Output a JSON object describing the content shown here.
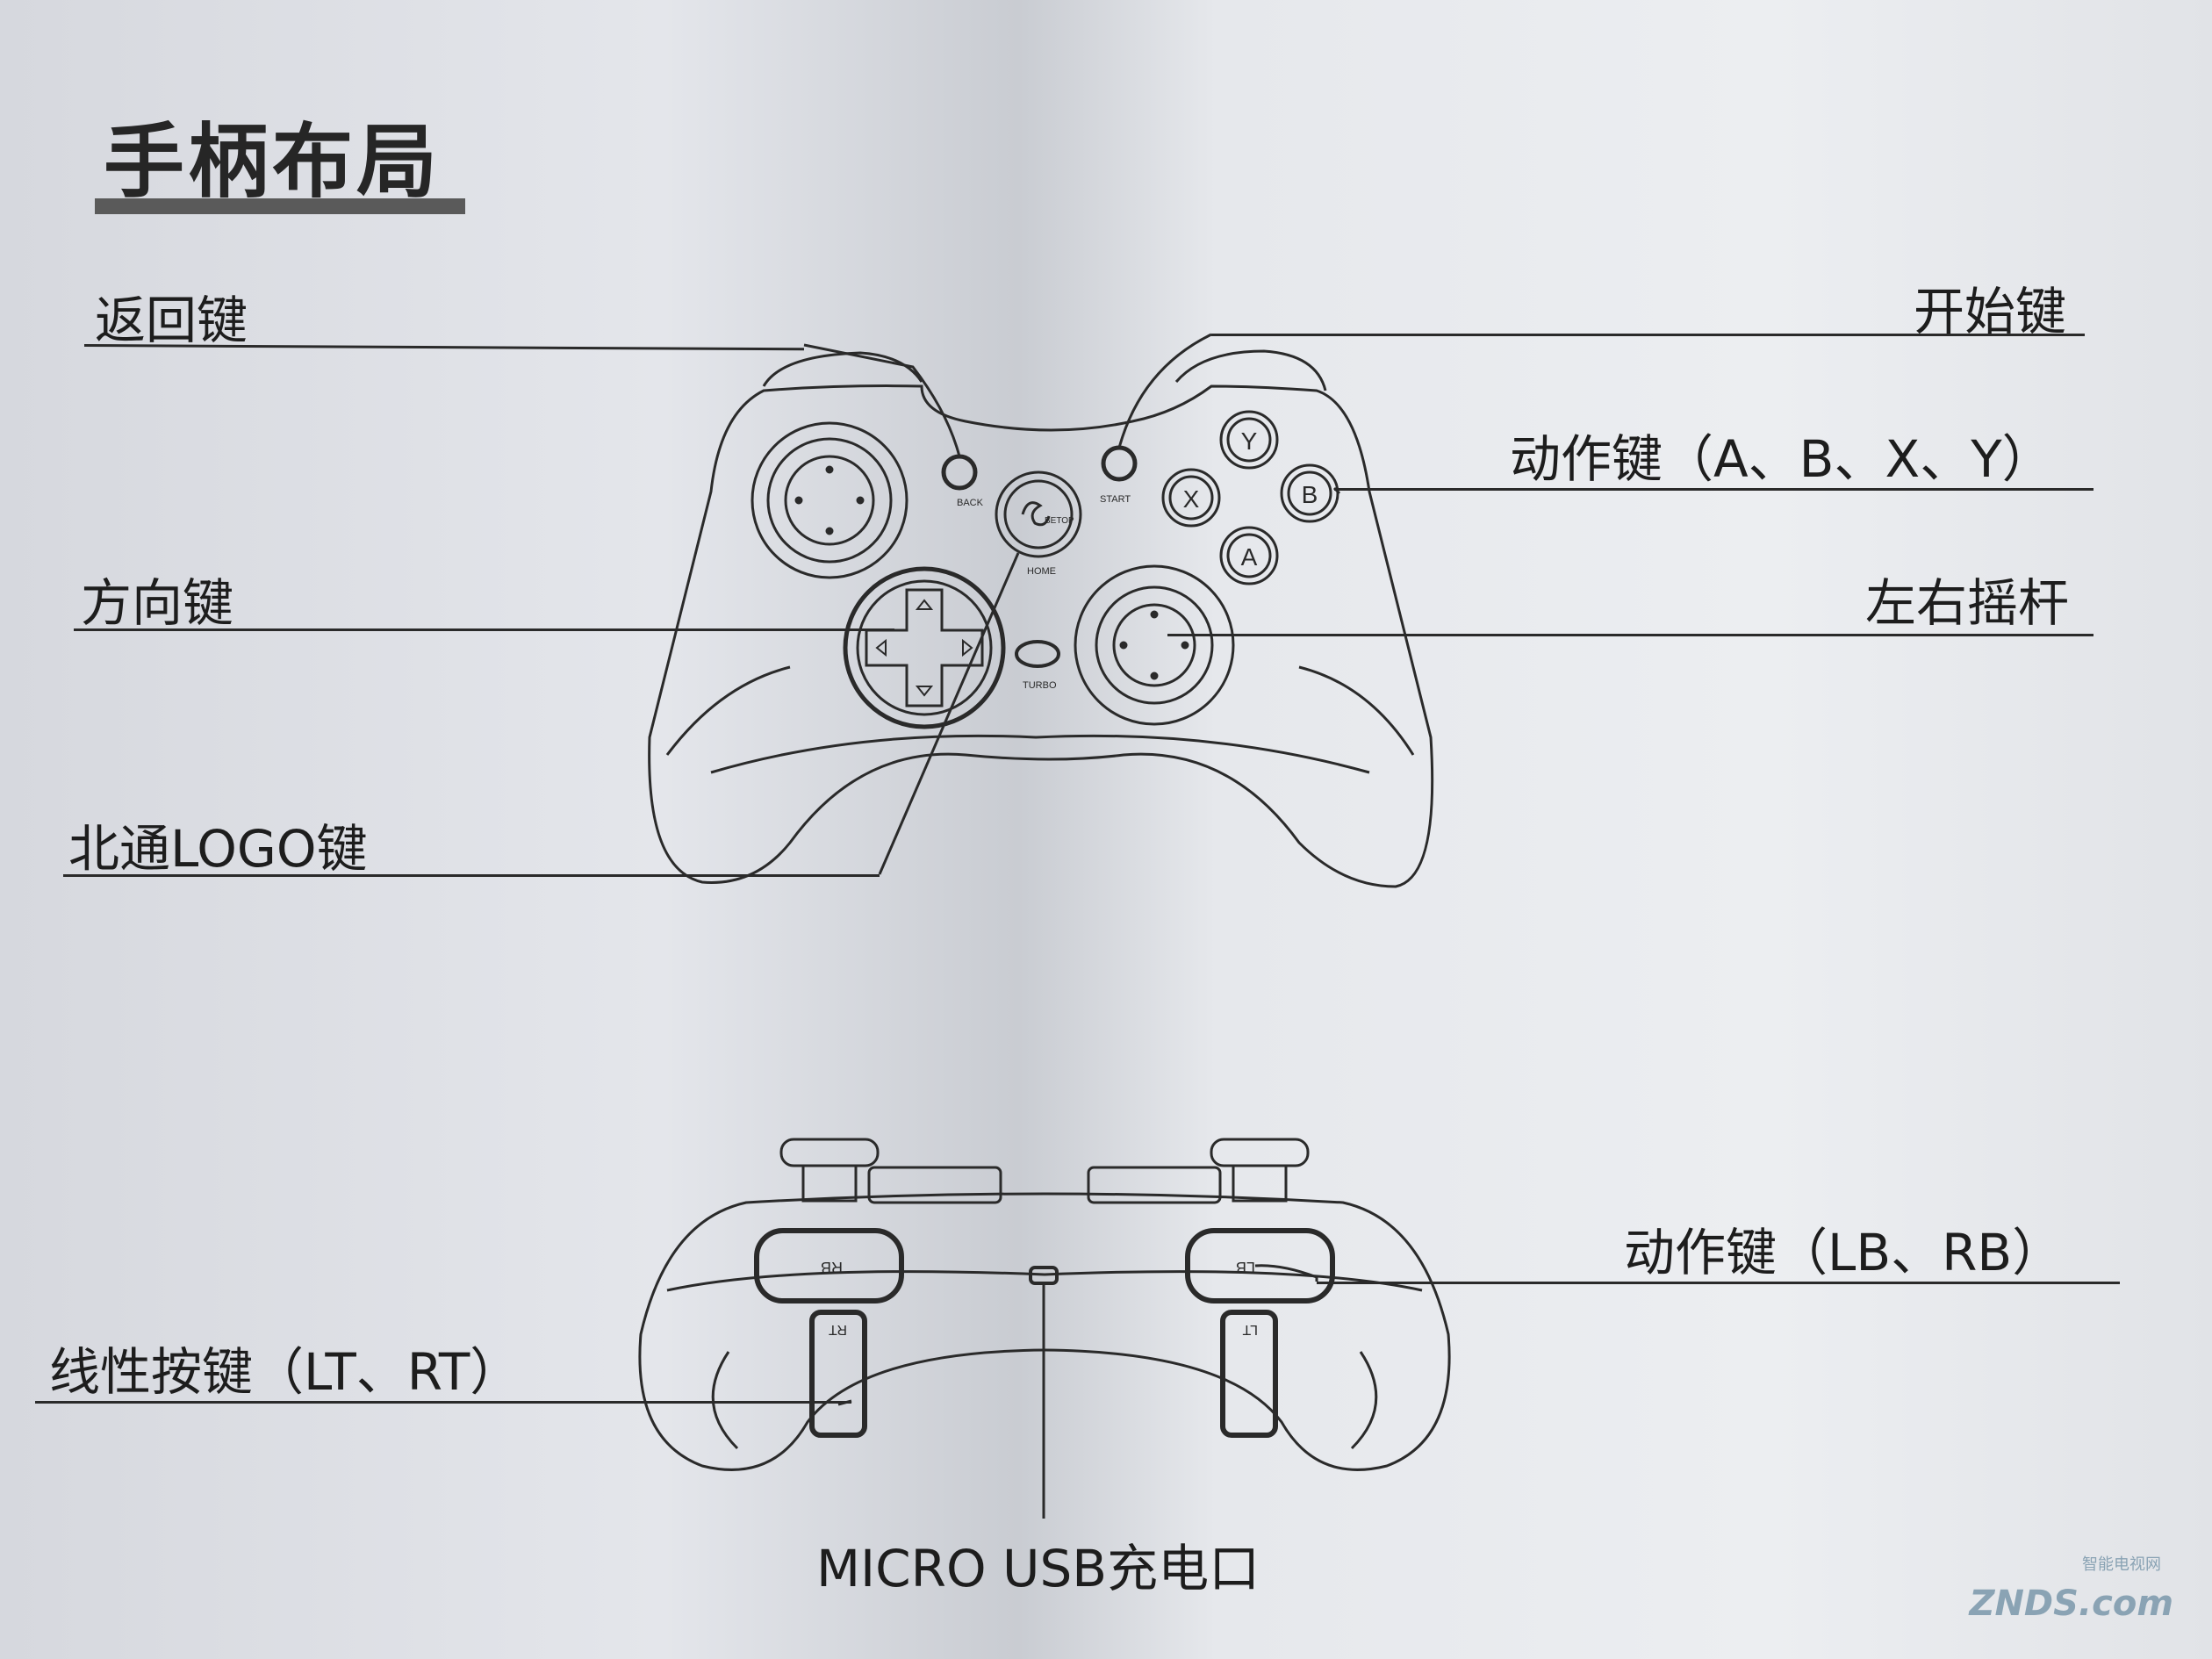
{
  "title": "手柄布局",
  "labels": {
    "back": "返回键",
    "start": "开始键",
    "action_abxy": "动作键（A、B、X、Y）",
    "dpad": "方向键",
    "sticks": "左右摇杆",
    "logo": "北通LOGO键",
    "action_lbrb": "动作键（LB、RB）",
    "trigger": "线性按键（LT、RT）",
    "usb": "MICRO USB充电口"
  },
  "controller_front": {
    "back_small": "BACK",
    "start_small": "START",
    "home_small": "HOME",
    "turbo_small": "TURBO",
    "brand_small": "BETOP",
    "face_buttons": {
      "y": "Y",
      "x": "X",
      "b": "B",
      "a": "A"
    }
  },
  "controller_top": {
    "rb": "RB",
    "lb": "LB",
    "rt": "RT",
    "lt": "LT"
  },
  "watermark": {
    "brand": "ZNDS.com",
    "sub": "智能电视网"
  }
}
